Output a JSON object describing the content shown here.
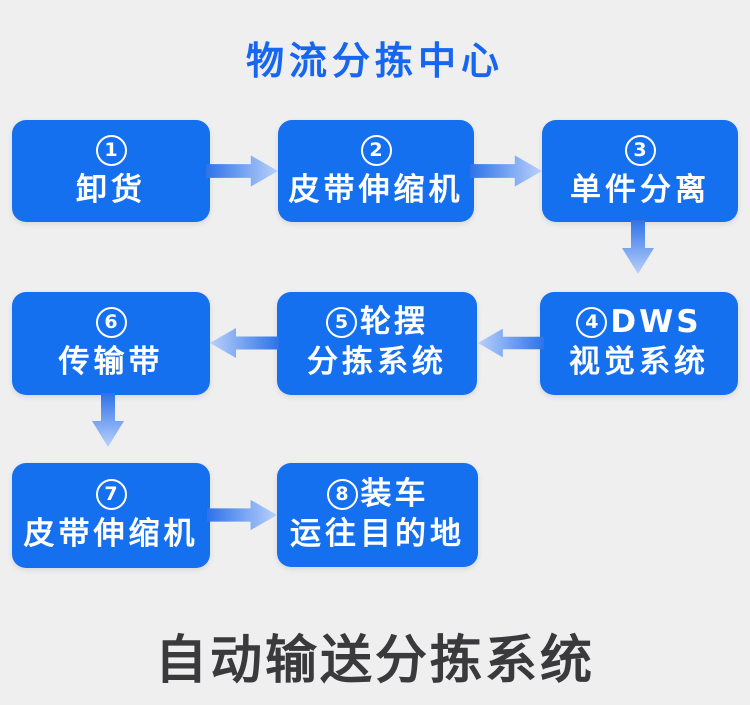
{
  "page": {
    "header_title": "物流分拣中心",
    "footer_title": "自动输送分拣系统"
  },
  "colors": {
    "background": "#efeff0",
    "title_blue": "#1666f1",
    "box_blue": "#1570f0",
    "box_text": "#ffffff",
    "footer_text": "#3a3a3c",
    "arrow_from": "#2e72e9",
    "arrow_to": "#b9d1fa"
  },
  "flow": {
    "boxes": [
      {
        "step": "1",
        "line1_suffix": "",
        "line2": "卸货"
      },
      {
        "step": "2",
        "line1_suffix": "",
        "line2": "皮带伸缩机"
      },
      {
        "step": "3",
        "line1_suffix": "",
        "line2": "单件分离"
      },
      {
        "step": "4",
        "line1_suffix": "DWS",
        "line2": "视觉系统"
      },
      {
        "step": "5",
        "line1_suffix": "轮摆",
        "line2": "分拣系统"
      },
      {
        "step": "6",
        "line1_suffix": "",
        "line2": "传输带"
      },
      {
        "step": "7",
        "line1_suffix": "",
        "line2": "皮带伸缩机"
      },
      {
        "step": "8",
        "line1_suffix": "装车",
        "line2": "运往目的地"
      }
    ],
    "connections": [
      {
        "from": "1",
        "to": "2",
        "direction": "right"
      },
      {
        "from": "2",
        "to": "3",
        "direction": "right"
      },
      {
        "from": "3",
        "to": "4",
        "direction": "down"
      },
      {
        "from": "4",
        "to": "5",
        "direction": "left"
      },
      {
        "from": "5",
        "to": "6",
        "direction": "left"
      },
      {
        "from": "6",
        "to": "7",
        "direction": "down"
      },
      {
        "from": "7",
        "to": "8",
        "direction": "right"
      }
    ]
  }
}
